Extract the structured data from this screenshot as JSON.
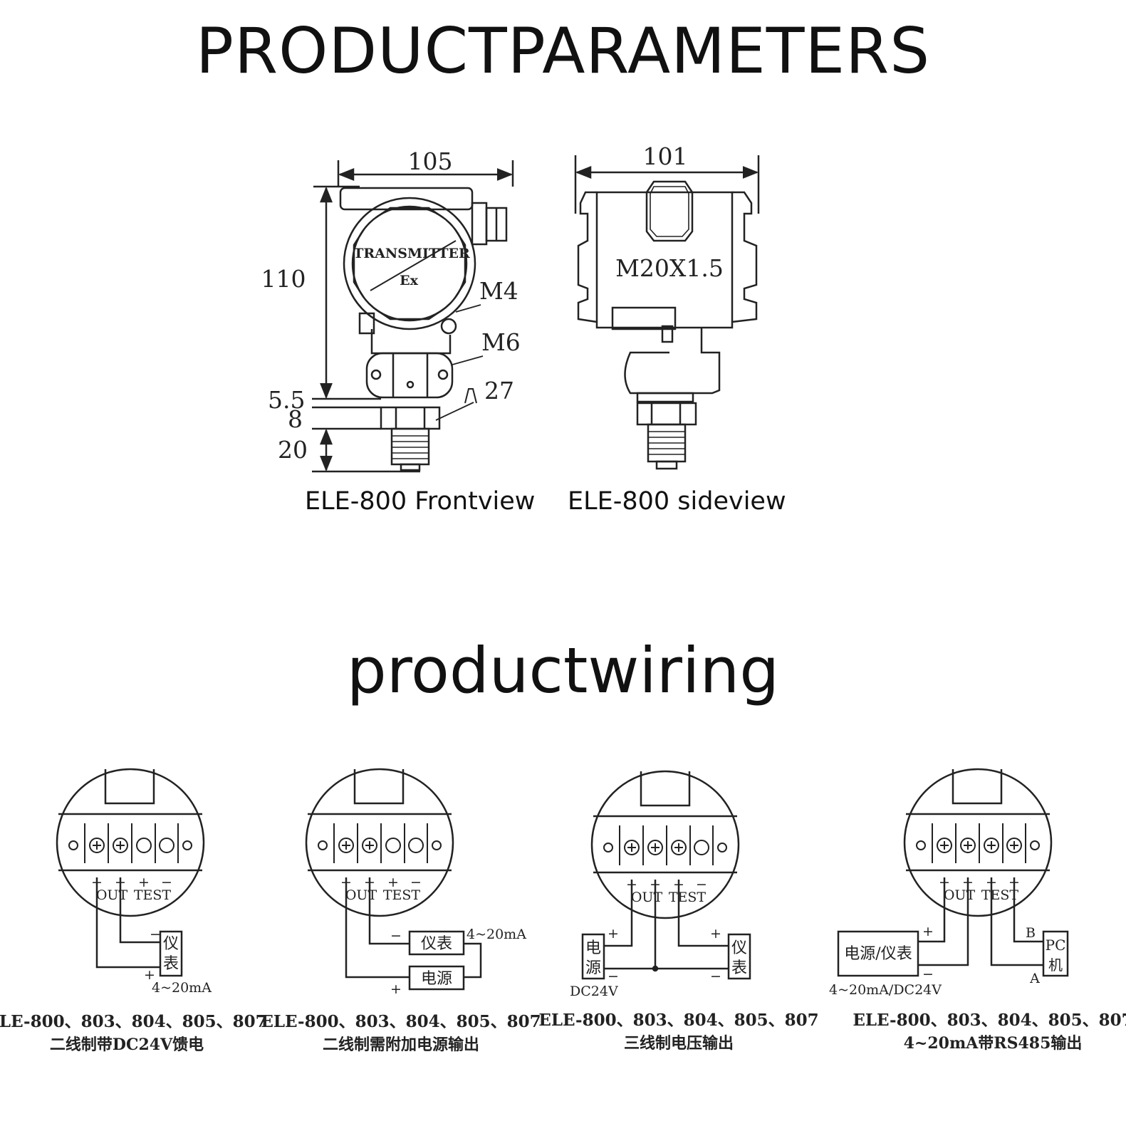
{
  "headings": {
    "parameters": "PRODUCTPARAMETERS",
    "wiring": "productwiring"
  },
  "front_view": {
    "caption": "ELE-800 Frontview",
    "width_label": "105",
    "height_label": "110",
    "label_transmitter": "TRANSMITTER",
    "label_ex": "Ex",
    "screw_m4": "M4",
    "screw_m6": "M6",
    "wrench_27": "27",
    "dim_5_5": "5.5",
    "dim_8": "8",
    "dim_20": "20"
  },
  "side_view": {
    "caption": "ELE-800 sideview",
    "width_label": "101",
    "thread_label": "M20X1.5"
  },
  "wiring": {
    "terminal_out": "OUT",
    "terminal_test": "TEST",
    "plus": "+",
    "minus": "−",
    "meter_v1": "仪",
    "meter_v2": "表",
    "meter_h": "仪表",
    "power_h": "电源",
    "power_v1": "电",
    "power_v2": "源",
    "power_meter": "电源/仪表",
    "pc_1": "PC",
    "pc_2": "机",
    "rs485_b": "B",
    "rs485_a": "A",
    "signal_1": "4~20mA",
    "signal_2": "4~20mA",
    "signal_3": "DC24V",
    "signal_4": "4~20mA/DC24V",
    "models": "ELE-800、803、804、805、807",
    "desc_1": "二线制带DC24V馈电",
    "desc_2": "二线制需附加电源输出",
    "desc_3": "三线制电压输出",
    "desc_4": "4~20mA带RS485输出"
  }
}
